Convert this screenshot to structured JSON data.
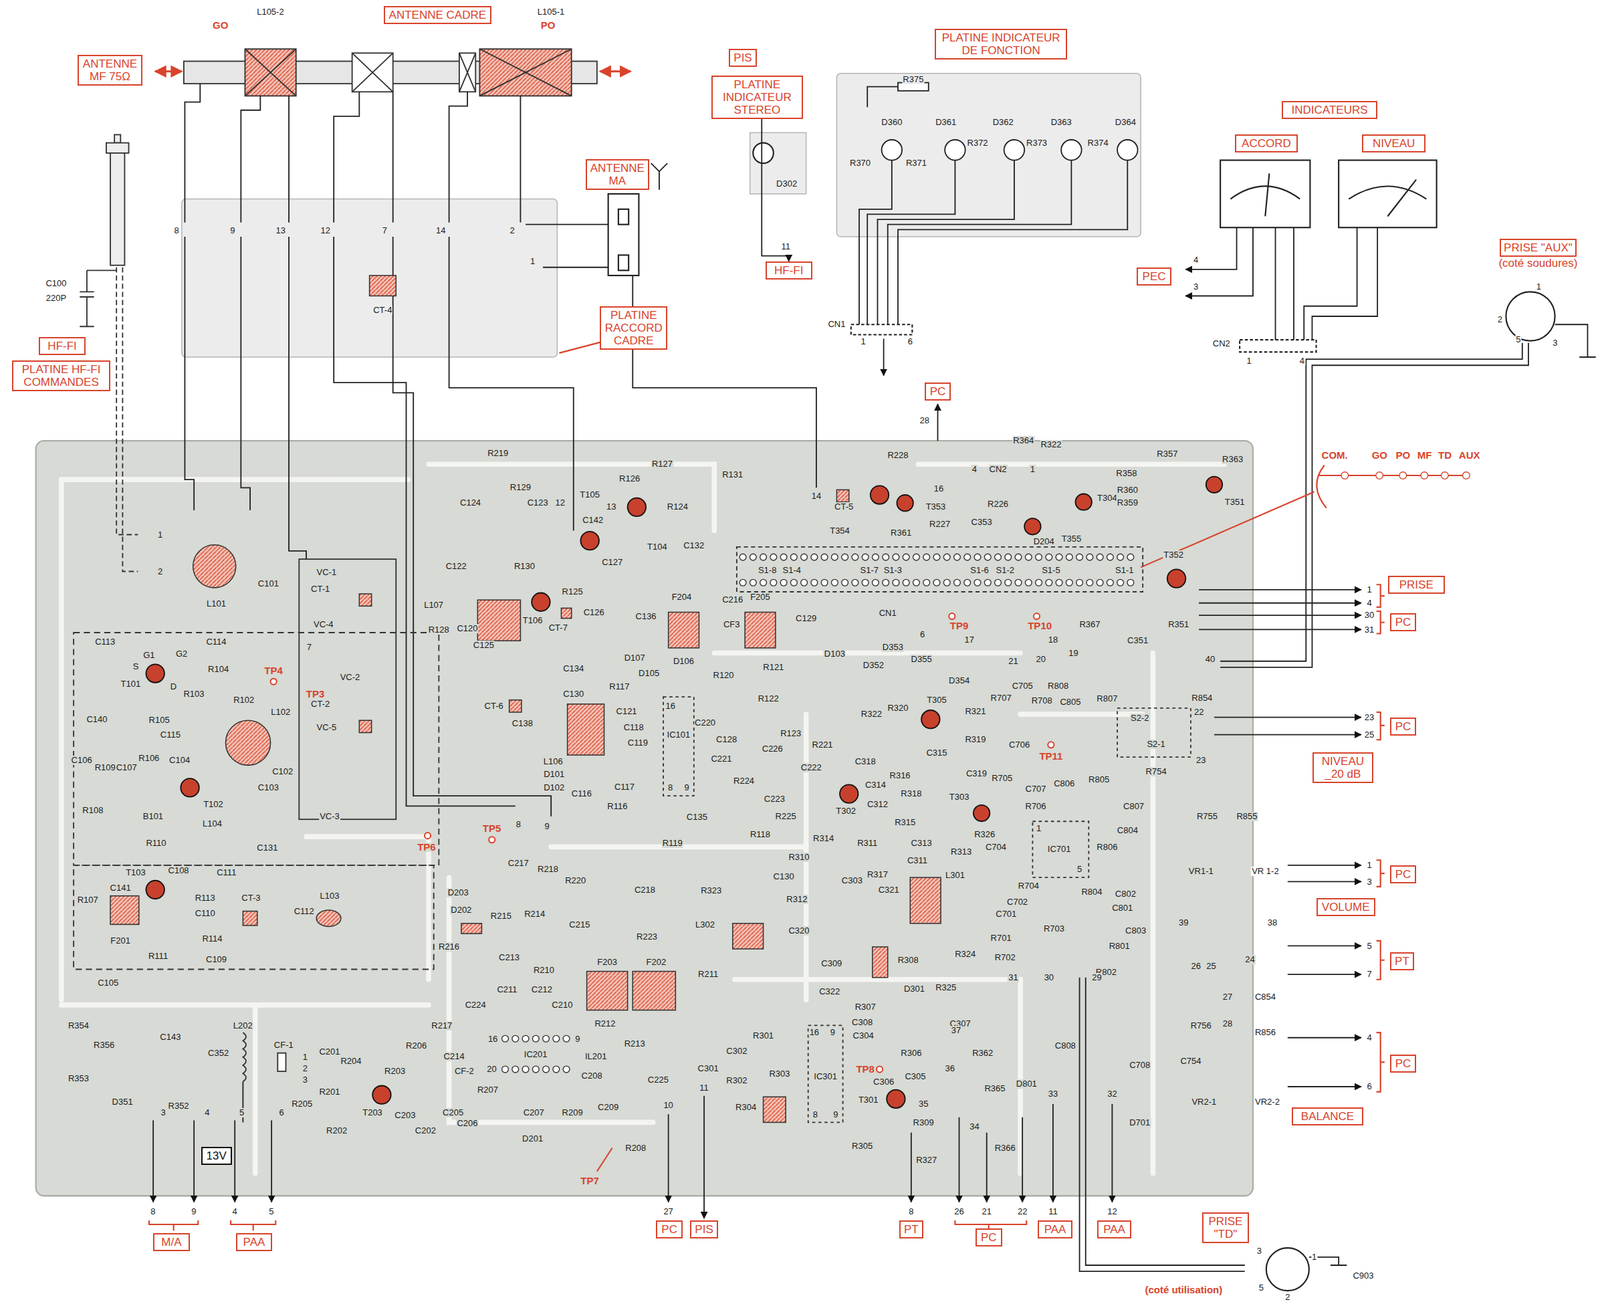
{
  "diagram": {
    "nodes": [
      {
        "text": [
          "ANTENNE CADRE"
        ]
      },
      {
        "text": [
          "ANTENNE MF 75Ω"
        ]
      },
      {
        "text": [
          "PIS"
        ]
      },
      {
        "text": [
          "PLATINE INDICATEUR STEREO"
        ]
      },
      {
        "text": [
          "PLATINE INDICATEUR DE FONCTION"
        ]
      },
      {
        "text": [
          "INDICATEURS"
        ]
      },
      {
        "text": [
          "ACCORD"
        ]
      },
      {
        "text": [
          "NIVEAU"
        ]
      },
      {
        "text": [
          "PRISE \"AUX\"",
          "(coté soudures)"
        ]
      },
      {
        "text": [
          "ANTENNE MA"
        ]
      },
      {
        "text": [
          "PLATINE RACCORD CADRE"
        ]
      },
      {
        "text": [
          "HF-FI"
        ]
      },
      {
        "text": [
          "PLATINE HF-FI COMMANDES"
        ]
      },
      {
        "text": [
          "HF-FI"
        ]
      },
      {
        "text": [
          "PEC"
        ]
      },
      {
        "text": [
          "PC"
        ]
      },
      {
        "text": [
          "PRISE"
        ]
      },
      {
        "text": [
          "PC"
        ]
      },
      {
        "text": [
          "PC"
        ]
      },
      {
        "text": [
          "NIVEAU _20 dB"
        ]
      },
      {
        "text": [
          "PC"
        ]
      },
      {
        "text": [
          "VOLUME"
        ]
      },
      {
        "text": [
          "PT"
        ]
      },
      {
        "text": [
          "PC"
        ]
      },
      {
        "text": [
          "BALANCE"
        ]
      },
      {
        "text": [
          "PRISE \"TD\""
        ]
      },
      {
        "text": [
          "M/A"
        ]
      },
      {
        "text": [
          "PAA"
        ]
      },
      {
        "text": [
          "PC"
        ]
      },
      {
        "text": [
          "PIS"
        ]
      },
      {
        "text": [
          "PT"
        ]
      },
      {
        "text": [
          "PC"
        ]
      },
      {
        "text": [
          "PAA"
        ]
      },
      {
        "text": [
          "PAA"
        ]
      },
      {
        "text": [
          "13V"
        ]
      }
    ],
    "edges": [
      {
        "from": 3,
        "to": 13,
        "arrow": "to"
      }
    ],
    "labels": [
      "GO",
      "L105-2",
      "PO",
      "L105-1",
      "8",
      "9",
      "13",
      "12",
      "7",
      "14",
      "2",
      "1",
      "CT-4",
      "C100",
      "220P",
      "D302",
      "11",
      "R375",
      "R370",
      "D360",
      "R371",
      "D361",
      "R372",
      "D362",
      "R373",
      "D363",
      "R374",
      "D364",
      "CN1",
      "1",
      "6",
      "4",
      "3",
      "CN2",
      "1",
      "4",
      "1",
      "2",
      "5",
      "3",
      "1",
      "2",
      "L101",
      "C101",
      "R219",
      "R129",
      "C124",
      "C123",
      "C122",
      "R130",
      "R125",
      "T106",
      "C126",
      "L107",
      "C120",
      "R128",
      "C125",
      "12",
      "T105",
      "13",
      "C142",
      "C127",
      "R126",
      "R127",
      "R124",
      "T104",
      "C132",
      "R131",
      "14",
      "C216",
      "C136",
      "F204",
      "F205",
      "C129",
      "CF3",
      "CT-7",
      "VC-1",
      "CT-1",
      "VC-4",
      "7",
      "VC-2",
      "CT-2",
      "VC-5",
      "VC-3",
      "TP4",
      "TP3",
      "TP6",
      "TP5",
      "8",
      "9",
      "C113",
      "C114",
      "G1",
      "G2",
      "S",
      "T101",
      "D",
      "R103",
      "R104",
      "R102",
      "L102",
      "C140",
      "R105",
      "C115",
      "C104",
      "C102",
      "C106",
      "R109",
      "C107",
      "R106",
      "T102",
      "C103",
      "B101",
      "L104",
      "R108",
      "R110",
      "C131",
      "T103",
      "C108",
      "C111",
      "C141",
      "R113",
      "C110",
      "CT-3",
      "C112",
      "L103",
      "R107",
      "F201",
      "R114",
      "R111",
      "C109",
      "C105",
      "C134",
      "C130",
      "R117",
      "D107",
      "D105",
      "D106",
      "C121",
      "C118",
      "C119",
      "L106",
      "D101",
      "D102",
      "C116",
      "C117",
      "IC101",
      "16",
      "8",
      "9",
      "C220",
      "C128",
      "C221",
      "R120",
      "R121",
      "R122",
      "R123",
      "C226",
      "C135",
      "R116",
      "R119",
      "R118",
      "R224",
      "C223",
      "R225",
      "C138",
      "CT-6",
      "D103",
      "D353",
      "D352",
      "D355",
      "D354",
      "R322",
      "R320",
      "T305",
      "R321",
      "R319",
      "R221",
      "C318",
      "C315",
      "C222",
      "C314",
      "C319",
      "R316",
      "R318",
      "C312",
      "T302",
      "R315",
      "T303",
      "R314",
      "R311",
      "C313",
      "R326",
      "R310",
      "C130",
      "C303",
      "R317",
      "C311",
      "R313",
      "C321",
      "L301",
      "R228",
      "CT-5",
      "T354",
      "T353",
      "R361",
      "16",
      "28",
      "R364",
      "R322",
      "4",
      "CN2",
      "1",
      "R226",
      "R227",
      "C353",
      "T304",
      "D204",
      "T355",
      "R357",
      "R363",
      "R358",
      "R360",
      "R359",
      "T351",
      "T352",
      "COM.",
      "GO",
      "PO",
      "MF",
      "TD",
      "AUX",
      "S1-8",
      "S1-4",
      "S1-7",
      "S1-3",
      "S1-6",
      "S1-2",
      "S1-5",
      "S1-1",
      "CN1",
      "6",
      "TP9",
      "17",
      "TP10",
      "18",
      "R367",
      "R351",
      "C351",
      "19",
      "20",
      "21",
      "40",
      "R854",
      "22",
      "S2-2",
      "S2-1",
      "23",
      "R754",
      "R755",
      "R855",
      "R707",
      "C705",
      "R708",
      "R808",
      "C805",
      "R807",
      "C706",
      "TP11",
      "R705",
      "C707",
      "R706",
      "C806",
      "R805",
      "C807",
      "C804",
      "R806",
      "C704",
      "IC701",
      "1",
      "5",
      "R704",
      "R804",
      "C802",
      "C702",
      "C801",
      "C701",
      "R703",
      "C803",
      "R701",
      "R801",
      "R702",
      "R802",
      "31",
      "30",
      "29",
      "R324",
      "VR1-1",
      "VR 1-2",
      "39",
      "38",
      "26",
      "25",
      "24",
      "27",
      "C854",
      "28",
      "R756",
      "R856",
      "C754",
      "VR2-1",
      "VR2-2",
      "1",
      "4",
      "30",
      "31",
      "23",
      "25",
      "1",
      "3",
      "5",
      "7",
      "4",
      "6",
      "C217",
      "R218",
      "R220",
      "D203",
      "D202",
      "R216",
      "R215",
      "R214",
      "C215",
      "C218",
      "R323",
      "R312",
      "R223",
      "L302",
      "C320",
      "C309",
      "R308",
      "C213",
      "R210",
      "C211",
      "C212",
      "F203",
      "F202",
      "R211",
      "C210",
      "C224",
      "R212",
      "R213",
      "R217",
      "R206",
      "C214",
      "CF-2",
      "16",
      "20",
      "9",
      "IC201",
      "IL201",
      "C208",
      "R207",
      "C205",
      "C206",
      "C207",
      "R209",
      "C209",
      "D201",
      "R208",
      "TP7",
      "C225",
      "10",
      "11",
      "C302",
      "C301",
      "R302",
      "R301",
      "R303",
      "R304",
      "C322",
      "R307",
      "D301",
      "R325",
      "C308",
      "C307",
      "C304",
      "16",
      "9",
      "IC301",
      "8",
      "9",
      "R306",
      "C305",
      "TP8",
      "C306",
      "T301",
      "36",
      "37",
      "35",
      "R362",
      "R365",
      "D801",
      "C808",
      "C708",
      "33",
      "32",
      "D701",
      "R305",
      "R309",
      "R327",
      "34",
      "R366",
      "R354",
      "R356",
      "R353",
      "C143",
      "C352",
      "R352",
      "D351",
      "L202",
      "CF-1",
      "1",
      "2",
      "3",
      "C201",
      "R204",
      "R201",
      "R205",
      "R202",
      "T203",
      "R203",
      "C203",
      "C202",
      "3",
      "4",
      "5",
      "6",
      "8",
      "9",
      "4",
      "5",
      "27",
      "8",
      "26",
      "21",
      "22",
      "11",
      "12",
      "3",
      "1",
      "5",
      "2",
      "C903",
      "(coté utilisation)"
    ]
  }
}
